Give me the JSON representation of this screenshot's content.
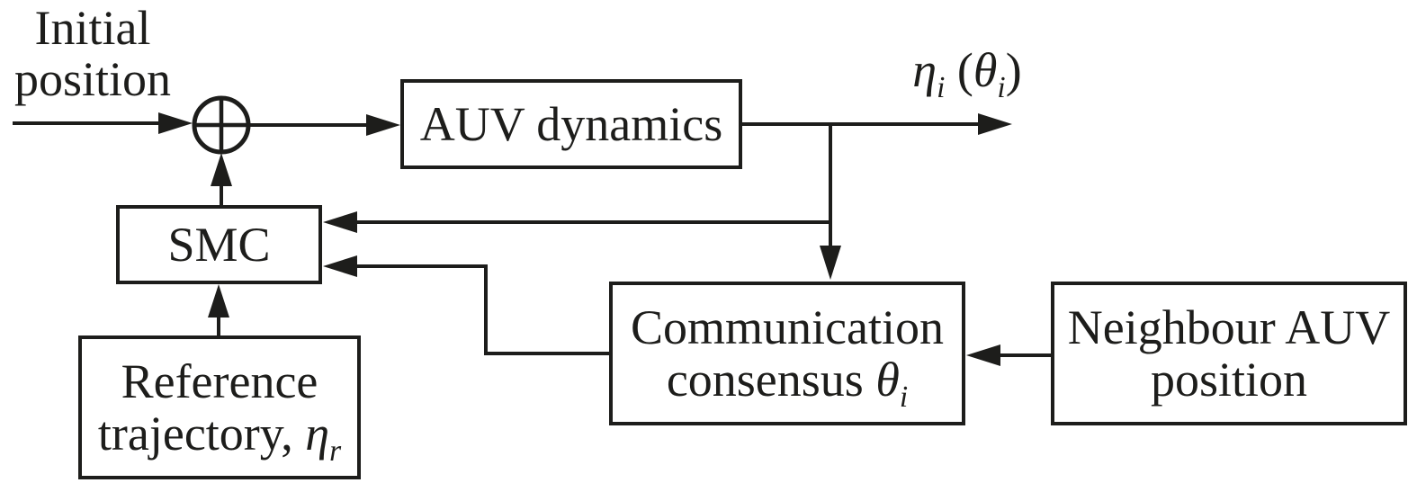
{
  "diagram": {
    "title": "AUV consensus trajectory-tracking control block diagram",
    "colors": {
      "stroke": "#1d1d1b",
      "text": "#1d1d1b",
      "background": "#ffffff"
    },
    "labels": {
      "initial_position": {
        "line1": "Initial",
        "line2": "position"
      },
      "output": {
        "var1": "η",
        "sub1": "i",
        "mid": " (",
        "var2": "θ",
        "sub2": "i",
        "end": ")"
      }
    },
    "nodes": {
      "summing_junction": {
        "symbol": "plus-in-circle"
      },
      "auv_dynamics": {
        "label": "AUV dynamics"
      },
      "smc": {
        "label": "SMC"
      },
      "reference": {
        "line1": "Reference",
        "line2_text": "trajectory, ",
        "line2_var": "η",
        "line2_sub": "r"
      },
      "communication": {
        "line1": "Communication",
        "line2_text": "consensus ",
        "line2_var": "θ",
        "line2_sub": "i"
      },
      "neighbour": {
        "line1": "Neighbour AUV",
        "line2": "position"
      }
    }
  }
}
